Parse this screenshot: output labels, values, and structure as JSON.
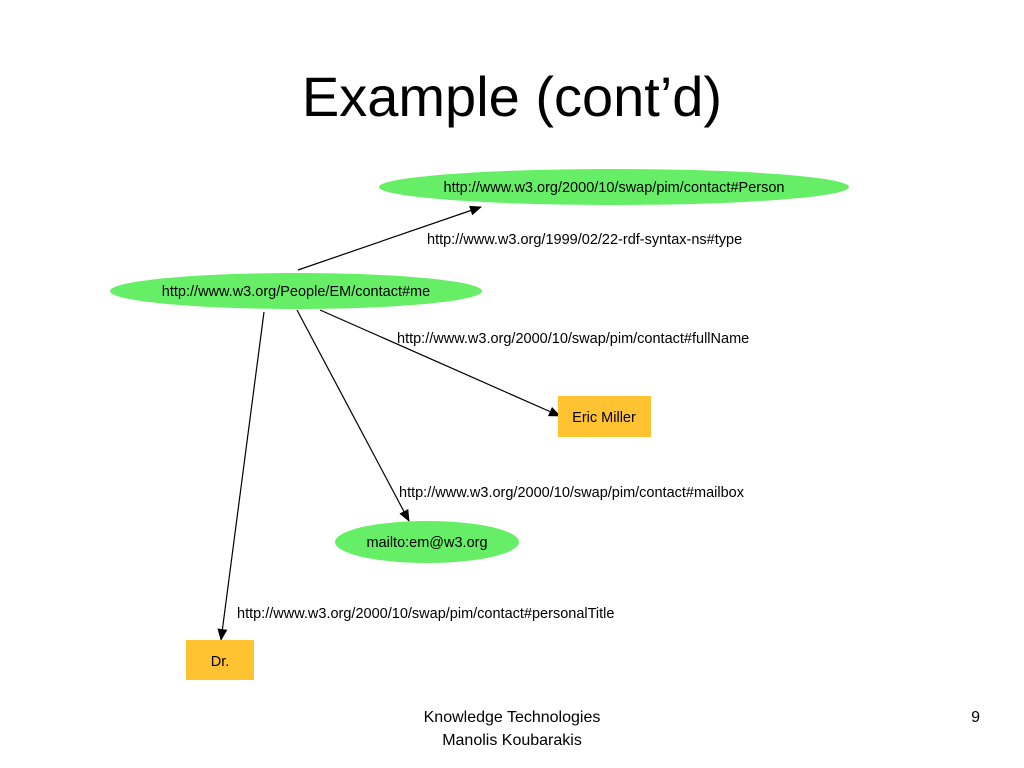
{
  "slide": {
    "title": "Example (cont’d)"
  },
  "diagram": {
    "colors": {
      "resource_fill": "#66ee66",
      "literal_fill": "#ffc332",
      "edge": "#000000"
    },
    "nodes": {
      "person": "http://www.w3.org/2000/10/swap/pim/contact#Person",
      "me": "http://www.w3.org/People/EM/contact#me",
      "eric_miller": "Eric Miller",
      "mailbox": "mailto:em@w3.org",
      "dr": "Dr."
    },
    "edges": {
      "type": "http://www.w3.org/1999/02/22-rdf-syntax-ns#type",
      "full_name": "http://www.w3.org/2000/10/swap/pim/contact#fullName",
      "mailbox": "http://www.w3.org/2000/10/swap/pim/contact#mailbox",
      "personal_title": "http://www.w3.org/2000/10/swap/pim/contact#personalTitle"
    }
  },
  "footer": {
    "line1": "Knowledge Technologies",
    "line2": "Manolis Koubarakis",
    "page_number": "9"
  }
}
